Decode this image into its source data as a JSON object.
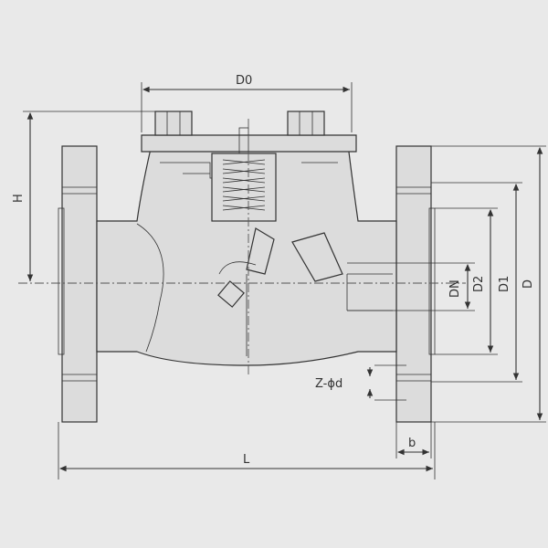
{
  "diagram": {
    "labels": {
      "D0": "D0",
      "H": "H",
      "DN": "DN",
      "D2": "D2",
      "D1": "D1",
      "D": "D",
      "Z_phi_d": "Z-ϕd",
      "b": "b",
      "L": "L"
    },
    "colors": {
      "background": "#e9e9e9",
      "line": "#333333",
      "fill": "#dcdcdc"
    }
  }
}
